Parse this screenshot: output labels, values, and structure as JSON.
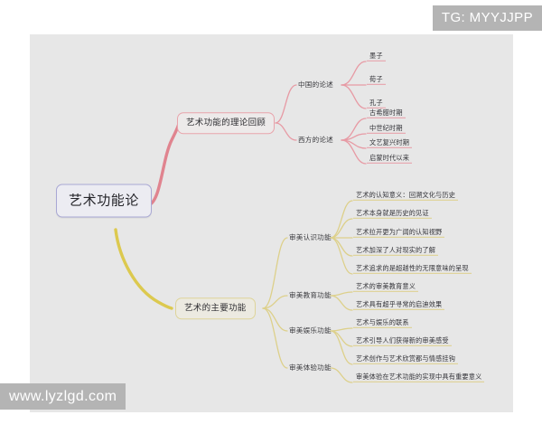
{
  "canvas": {
    "background_color": "#e7e7e7",
    "page_background": "#ffffff"
  },
  "colors": {
    "root_border": "#a9a8d4",
    "branch_pink": "#e79aa4",
    "branch_yellow": "#ddd08a",
    "text": "#333338",
    "watermark_band": "#b4b4b4"
  },
  "watermarks": {
    "telegram": "TG: MYYJJPP",
    "site": "www.lyzlgd.com"
  },
  "mindmap": {
    "root": {
      "label": "艺术功能论"
    },
    "branches": [
      {
        "id": "theory-review",
        "label": "艺术功能的理论回顾",
        "color": "#e79aa4",
        "groups": [
          {
            "id": "chinese-discourse",
            "label": "中国的论述",
            "leaves": [
              {
                "label": "墨子"
              },
              {
                "label": "荀子"
              },
              {
                "label": "孔子"
              }
            ]
          },
          {
            "id": "western-discourse",
            "label": "西方的论述",
            "leaves": [
              {
                "label": "古希腊时期"
              },
              {
                "label": "中世纪时期"
              },
              {
                "label": "文艺复兴时期"
              },
              {
                "label": "启蒙时代以来"
              }
            ]
          }
        ]
      },
      {
        "id": "main-functions",
        "label": "艺术的主要功能",
        "color": "#ddd08a",
        "groups": [
          {
            "id": "aesthetic-cognition",
            "label": "审美认识功能",
            "leaves": [
              {
                "label": "艺术的认知意义：回溯文化与历史"
              },
              {
                "label": "艺术本身就是历史的见证"
              },
              {
                "label": "艺术拉开更为广阔的认知视野"
              },
              {
                "label": "艺术加深了人对现实的了解"
              },
              {
                "label": "艺术追求的是超越性的无限意味的呈现"
              }
            ]
          },
          {
            "id": "aesthetic-education",
            "label": "审美教育功能",
            "leaves": [
              {
                "label": "艺术的审美教育意义"
              },
              {
                "label": "艺术具有超乎寻常的启迪效果"
              }
            ]
          },
          {
            "id": "aesthetic-entertainment",
            "label": "审美娱乐功能",
            "leaves": [
              {
                "label": "艺术与娱乐的联系"
              },
              {
                "label": "艺术引导人们获得新的审美感受"
              },
              {
                "label": "艺术创作与艺术欣赏都与情感挂钩"
              }
            ]
          },
          {
            "id": "aesthetic-experience",
            "label": "审美体验功能",
            "leaves": [
              {
                "label": "审美体验在艺术功能的实现中具有重要意义"
              }
            ]
          }
        ]
      }
    ]
  }
}
